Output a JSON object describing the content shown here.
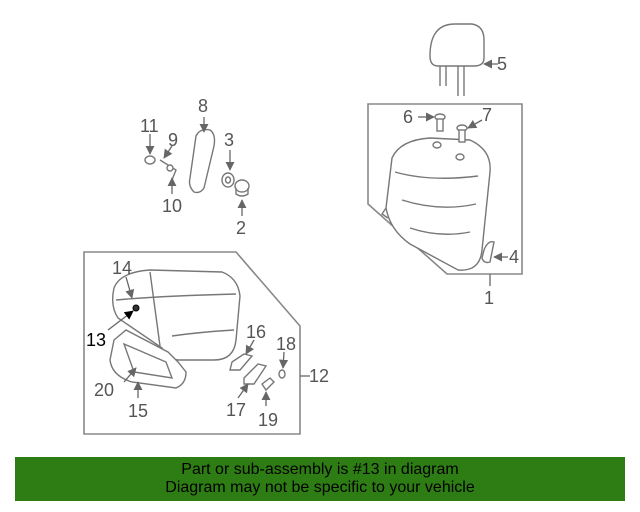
{
  "callouts": {
    "n1": "1",
    "n2": "2",
    "n3": "3",
    "n4": "4",
    "n5": "5",
    "n6": "6",
    "n7": "7",
    "n8": "8",
    "n9": "9",
    "n10": "10",
    "n11": "11",
    "n12": "12",
    "n13": "13",
    "n14": "14",
    "n15": "15",
    "n16": "16",
    "n17": "17",
    "n18": "18",
    "n19": "19",
    "n20": "20"
  },
  "highlighted_part": "13",
  "banner": {
    "line1": "Part or sub-assembly is #13 in diagram",
    "line2": "Diagram may not be specific to your vehicle"
  },
  "colors": {
    "banner_bg": "#2e7d14",
    "line": "#777777",
    "highlight": "#000000"
  }
}
